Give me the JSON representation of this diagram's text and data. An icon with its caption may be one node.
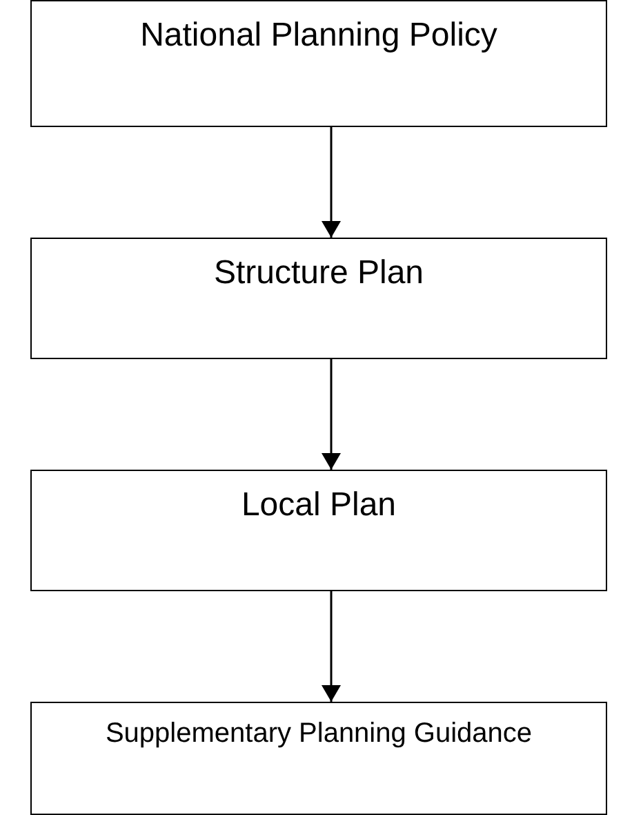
{
  "diagram": {
    "nodes": [
      {
        "text": [
          "National Planning Policy"
        ]
      },
      {
        "text": [
          "Structure Plan"
        ]
      },
      {
        "text": [
          "Local Plan"
        ]
      },
      {
        "text": [
          "Supplementary Planning Guidance"
        ]
      }
    ],
    "edges": [
      {
        "from": 0,
        "to": 1,
        "arrow": "to"
      },
      {
        "from": 1,
        "to": 2,
        "arrow": "to"
      },
      {
        "from": 2,
        "to": 3,
        "arrow": "to"
      }
    ]
  }
}
